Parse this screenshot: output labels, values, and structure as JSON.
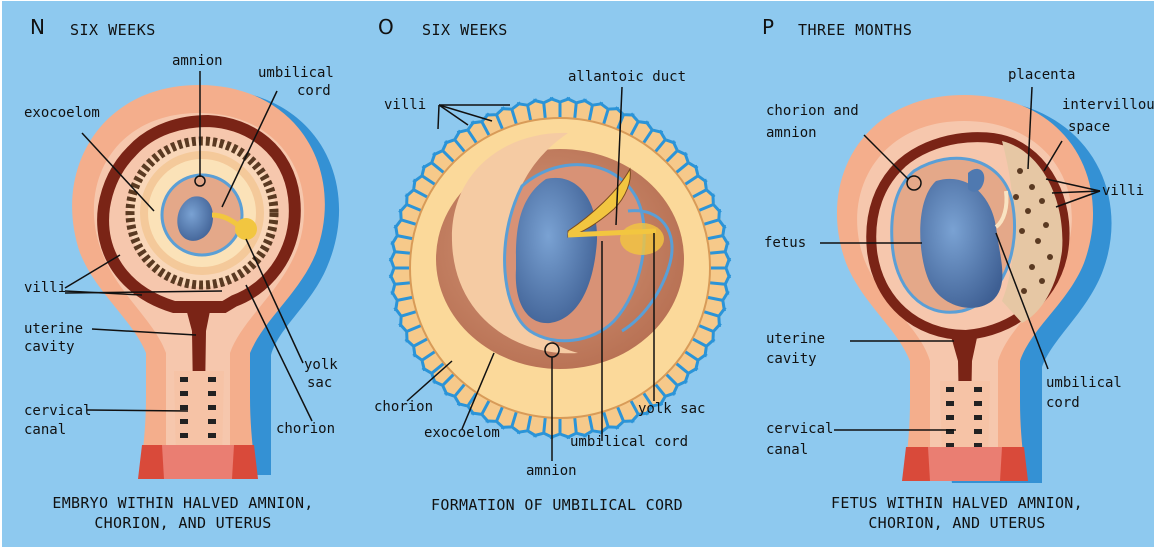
{
  "panels": [
    {
      "letter": "N",
      "heading": "SIX WEEKS",
      "caption_line1": "EMBRYO WITHIN HALVED AMNION,",
      "caption_line2": "CHORION, AND UTERUS",
      "labels": {
        "amnion": "amnion",
        "umbilical_cord_1": "umbilical",
        "umbilical_cord_2": "cord",
        "exocoelom": "exocoelom",
        "villi": "villi",
        "uterine_cavity_1": "uterine",
        "uterine_cavity_2": "cavity",
        "yolk_sac_1": "yolk",
        "yolk_sac_2": "sac",
        "cervical_canal_1": "cervical",
        "cervical_canal_2": "canal",
        "chorion": "chorion"
      }
    },
    {
      "letter": "O",
      "heading": "SIX WEEKS",
      "caption_line1": "FORMATION OF UMBILICAL CORD",
      "labels": {
        "allantoic_duct": "allantoic duct",
        "villi": "villi",
        "chorion": "chorion",
        "exocoelom": "exocoelom",
        "amnion": "amnion",
        "umbilical_cord": "umbilical cord",
        "yolk_sac": "yolk sac"
      }
    },
    {
      "letter": "P",
      "heading": "THREE MONTHS",
      "caption_line1": "FETUS WITHIN HALVED AMNION,",
      "caption_line2": "CHORION, AND UTERUS",
      "labels": {
        "placenta": "placenta",
        "intervillous_space_1": "intervillous",
        "intervillous_space_2": "space",
        "chorion_and_amnion_1": "chorion and",
        "chorion_and_amnion_2": "amnion",
        "villi": "villi",
        "fetus": "fetus",
        "uterine_cavity_1": "uterine",
        "uterine_cavity_2": "cavity",
        "umbilical_cord_1": "umbilical",
        "umbilical_cord_2": "cord",
        "cervical_canal_1": "cervical",
        "cervical_canal_2": "canal"
      }
    }
  ],
  "colors": {
    "background": "#8ec9ef",
    "uterus_outer": "#f4ae8c",
    "uterus_inner": "#f6c3a6",
    "uterine_wall_dark": "#7a2416",
    "chorion_yellow": "#fbd99a",
    "amnion_blue": "#5a9fd6",
    "embryo_blue": "#4f79b0",
    "yolk": "#f2c640",
    "cervix_red": "#d94a3a"
  }
}
